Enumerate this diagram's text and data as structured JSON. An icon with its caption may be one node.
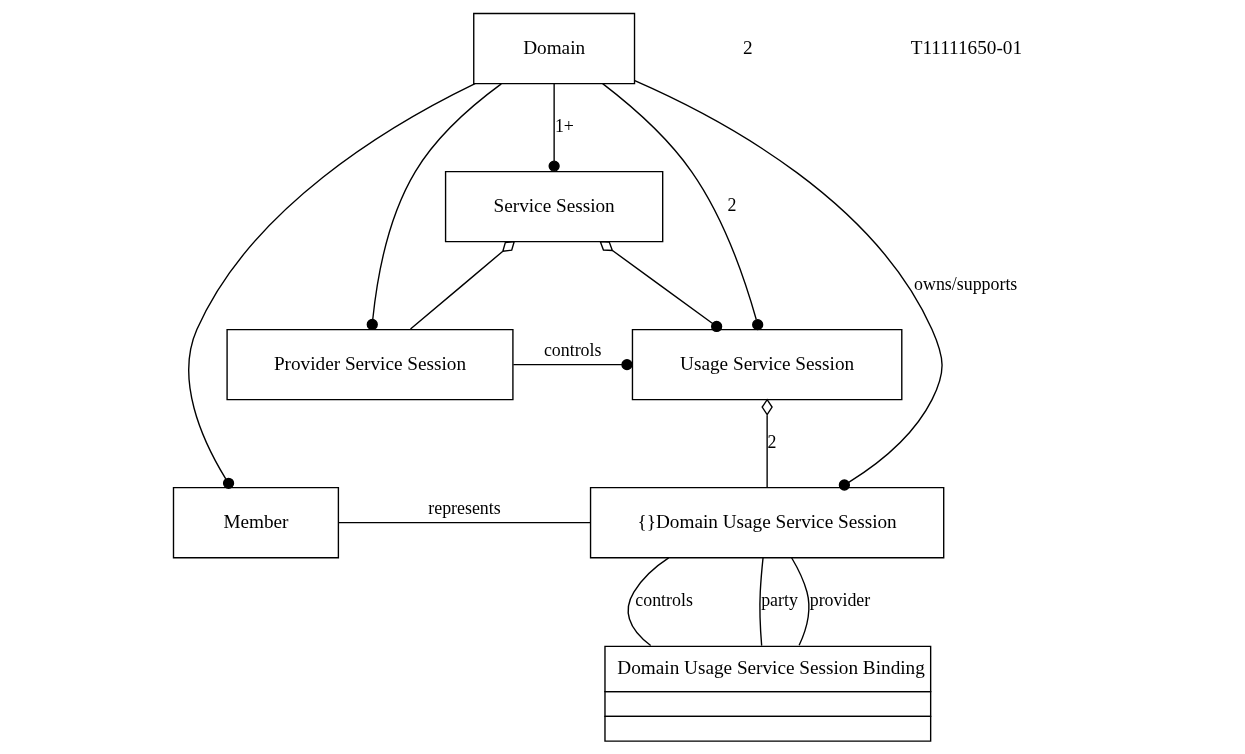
{
  "diagram": {
    "nodes": [
      {
        "text": [
          "Domain"
        ]
      },
      {
        "text": [
          "Service Session"
        ]
      },
      {
        "text": [
          "Provider Service Session"
        ]
      },
      {
        "text": [
          "Usage Service Session"
        ]
      },
      {
        "text": [
          "Member"
        ]
      },
      {
        "text": [
          "{}Domain Usage Service Session"
        ]
      },
      {
        "text": [
          "Domain Usage Service Session Binding"
        ]
      }
    ],
    "edges": [
      {
        "from": 0,
        "to": 1,
        "arrow": "other",
        "label": "1+"
      },
      {
        "from": 0,
        "to": 2,
        "arrow": "other"
      },
      {
        "from": 0,
        "to": 3,
        "arrow": "other",
        "label": "2"
      },
      {
        "from": 0,
        "to": 4,
        "arrow": "other"
      },
      {
        "from": 0,
        "to": 5,
        "arrow": "other",
        "label": "owns/supports"
      },
      {
        "from": 1,
        "to": 2,
        "arrow": "other"
      },
      {
        "from": 1,
        "to": 3,
        "arrow": "other"
      },
      {
        "from": 2,
        "to": 3,
        "arrow": "other",
        "label": "controls"
      },
      {
        "from": 3,
        "to": 5,
        "arrow": "other",
        "label": "2"
      },
      {
        "from": 4,
        "to": 5,
        "arrow": "none",
        "label": "represents"
      },
      {
        "from": 5,
        "to": 6,
        "arrow": "none",
        "label": "controls"
      },
      {
        "from": 5,
        "to": 6,
        "arrow": "none",
        "label": "party"
      },
      {
        "from": 5,
        "to": 6,
        "arrow": "none",
        "label": "provider"
      }
    ],
    "labels": [
      "2",
      "T11111650-01"
    ]
  }
}
